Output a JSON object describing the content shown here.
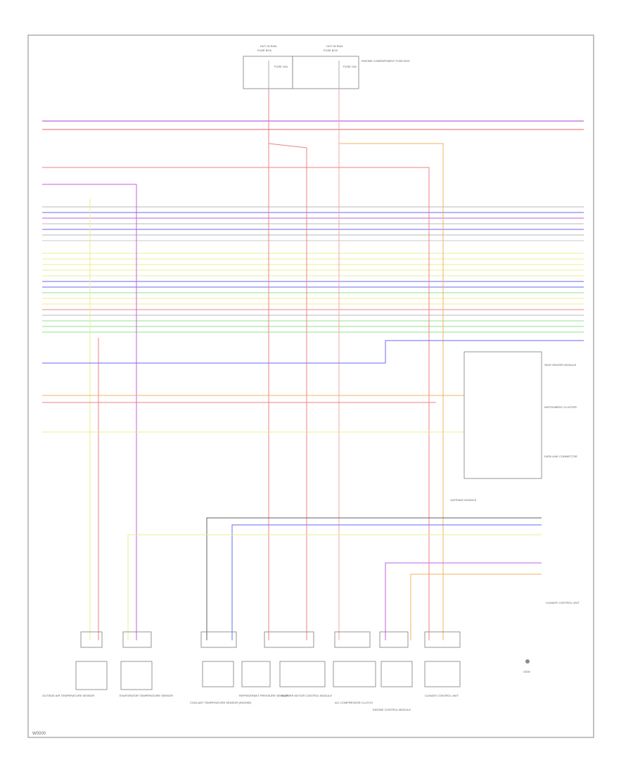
{
  "diagram_code": "W0000",
  "colors": {
    "frame": "#9a9a9a",
    "red": "#f08080",
    "pink": "#f4a6a6",
    "blue": "#6a6af0",
    "violet": "#c060e0",
    "yellow": "#eded90",
    "orange": "#f4b060",
    "green": "#90e090",
    "grey": "#b8b8b8",
    "black": "#606060"
  },
  "top_left_box": {
    "heading_1": "HOT IN RUN",
    "heading_2": "FUSE BOX",
    "fuse": "FUSE 10A"
  },
  "top_right_box": {
    "heading_1": "HOT IN RUN",
    "heading_2": "FUSE BOX",
    "fuse": "FUSE 10A"
  },
  "fuse_box_label": "ENGINE COMPARTMENT FUSE BOX",
  "components": {
    "ambient_sensor": "OUTSIDE AIR TEMPERATURE SENSOR",
    "left_sensor": "EVAPORATOR TEMPERATURE SENSOR",
    "sensor_c": "COOLANT TEMPERATURE SENSOR (ENGINE)",
    "sensor_d": "REFRIGERANT PRESSURE SENSOR",
    "blower": "BLOWER MOTOR CONTROL MODULE",
    "clutch": "A/C COMPRESSOR CLUTCH",
    "engine": "ENGINE CONTROL MODULE",
    "module": "CLIMATE CONTROL UNIT",
    "ground": "G300"
  },
  "right_labels": {
    "group_a": "SEAT HEATER MODULE",
    "group_b": "INSTRUMENT CLUSTER",
    "group_c": "DATA LINK CONNECTOR",
    "mid": "GATEWAY MODULE",
    "right_module": "CLIMATE CONTROL UNIT"
  }
}
